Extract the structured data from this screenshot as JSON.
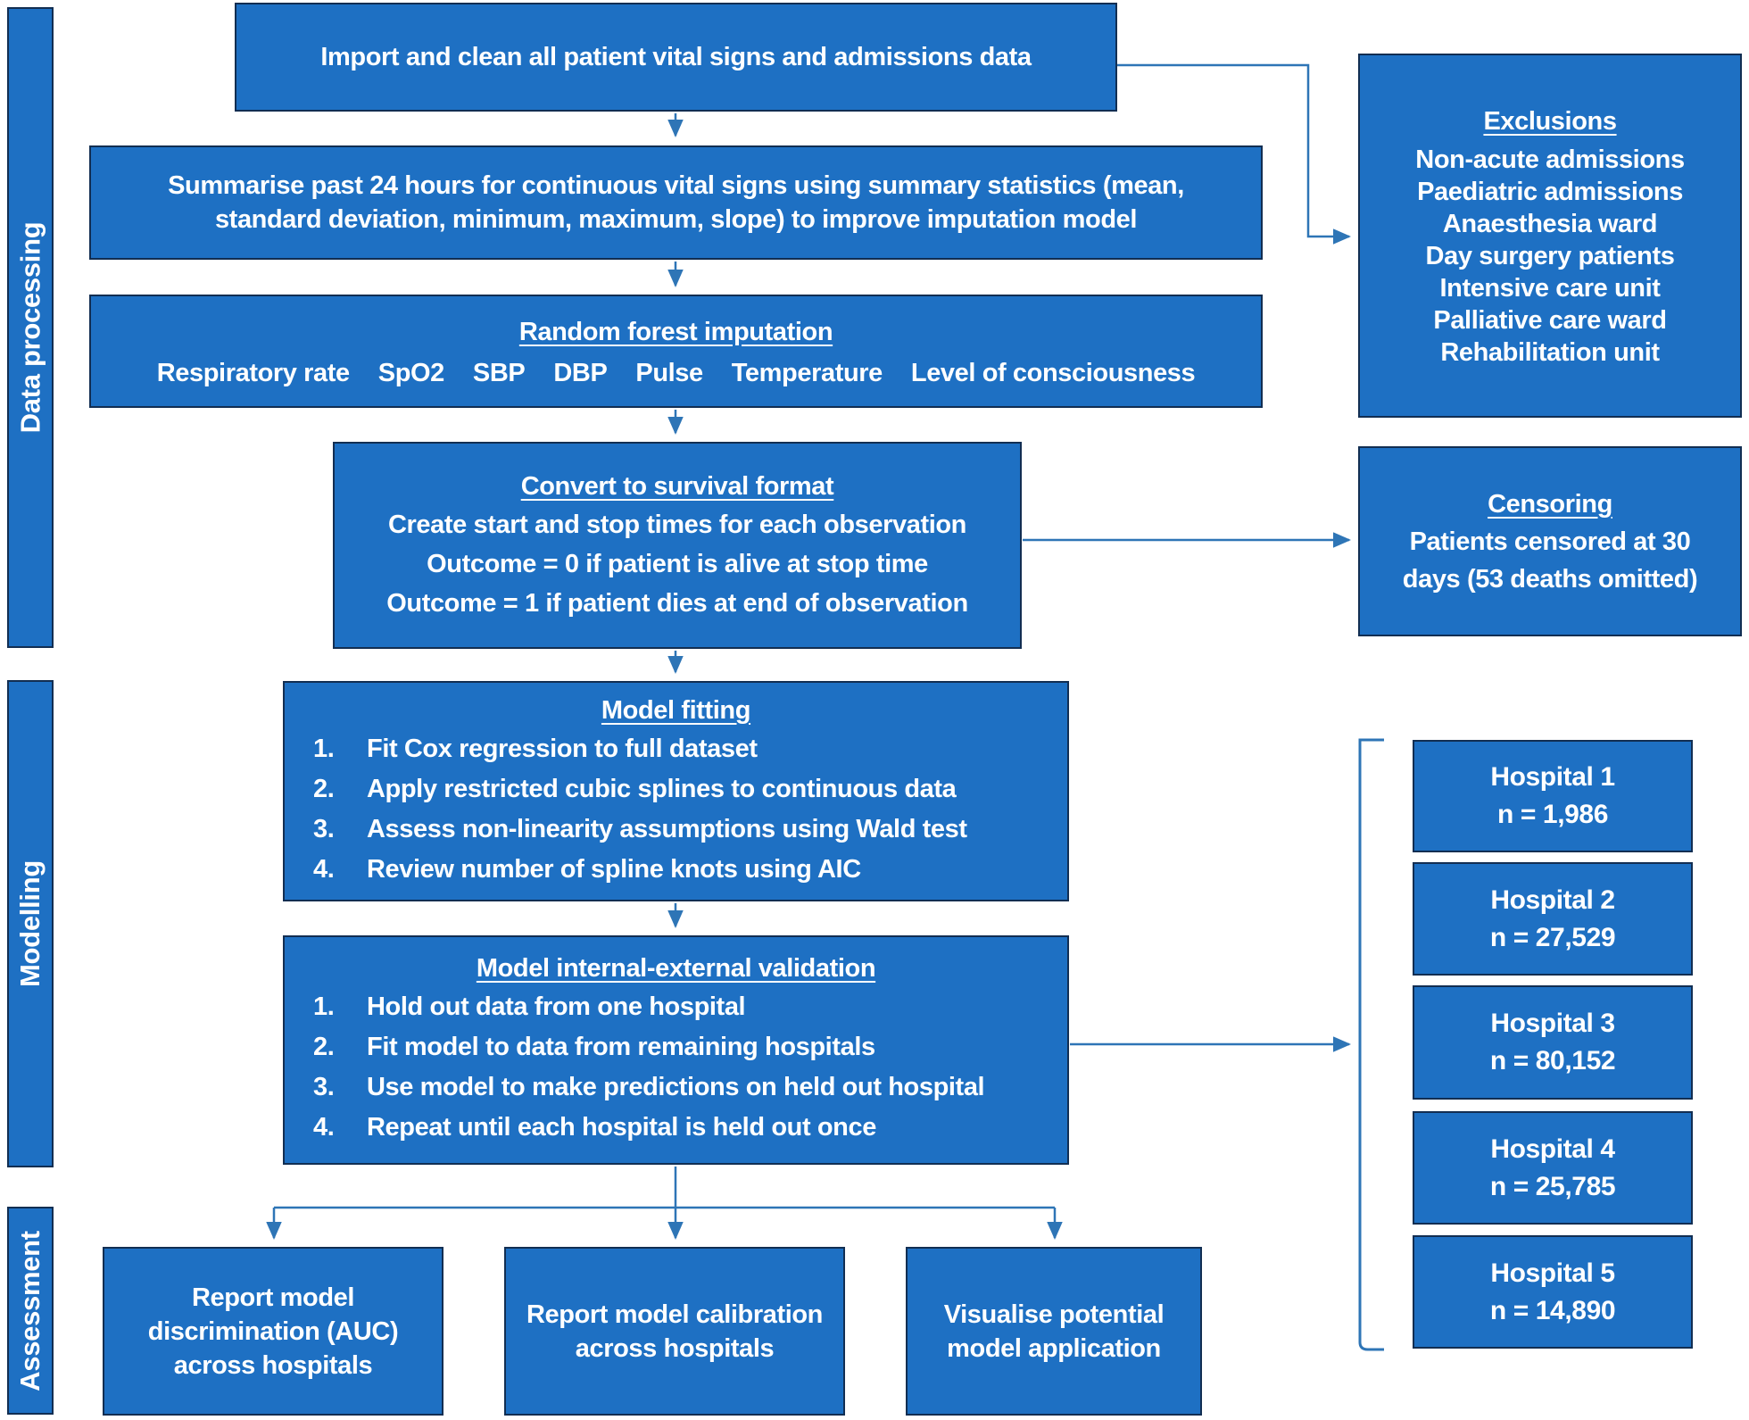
{
  "colors": {
    "box_fill": "#1e70c3",
    "box_border": "#122e52",
    "connector": "#2e75b6",
    "text": "#ffffff"
  },
  "sidebar": {
    "data_processing": "Data processing",
    "modelling": "Modelling",
    "assessment": "Assessment"
  },
  "flow": {
    "import_clean": {
      "text": "Import and clean all patient vital signs and admissions data"
    },
    "summarise": {
      "text": "Summarise past 24 hours for continuous vital signs using summary statistics (mean, standard deviation, minimum, maximum, slope) to improve imputation model"
    },
    "random_forest": {
      "title": "Random forest imputation",
      "vitals": [
        "Respiratory rate",
        "SpO2",
        "SBP",
        "DBP",
        "Pulse",
        "Temperature",
        "Level of consciousness"
      ]
    },
    "convert_survival": {
      "title": "Convert to survival format",
      "lines": [
        "Create start and stop times for each observation",
        "Outcome = 0 if patient is alive at stop time",
        "Outcome = 1 if patient dies at end of observation"
      ]
    },
    "model_fitting": {
      "title": "Model fitting",
      "steps": [
        {
          "num": "1.",
          "text": "Fit Cox regression to full dataset"
        },
        {
          "num": "2.",
          "text": "Apply restricted cubic splines to continuous data"
        },
        {
          "num": "3.",
          "text": "Assess non-linearity assumptions using Wald test"
        },
        {
          "num": "4.",
          "text": "Review number of spline knots using AIC"
        }
      ]
    },
    "validation": {
      "title": "Model internal-external validation",
      "steps": [
        {
          "num": "1.",
          "text": "Hold out data from one hospital"
        },
        {
          "num": "2.",
          "text": "Fit model to data from remaining hospitals"
        },
        {
          "num": "3.",
          "text": "Use model to make predictions on held out hospital"
        },
        {
          "num": "4.",
          "text": "Repeat until each hospital is held out once"
        }
      ]
    },
    "outputs": [
      {
        "text": "Report model discrimination (AUC) across hospitals"
      },
      {
        "text": "Report model calibration across hospitals"
      },
      {
        "text": "Visualise potential model application"
      }
    ]
  },
  "side_notes": {
    "exclusions": {
      "title": "Exclusions",
      "items": [
        "Non-acute admissions",
        "Paediatric admissions",
        "Anaesthesia ward",
        "Day surgery patients",
        "Intensive care unit",
        "Palliative care ward",
        "Rehabilitation unit"
      ]
    },
    "censoring": {
      "title": "Censoring",
      "text": "Patients censored at 30 days (53 deaths omitted)"
    }
  },
  "hospitals": [
    {
      "name": "Hospital 1",
      "n": "n = 1,986"
    },
    {
      "name": "Hospital 2",
      "n": "n = 27,529"
    },
    {
      "name": "Hospital 3",
      "n": "n = 80,152"
    },
    {
      "name": "Hospital 4",
      "n": "n = 25,785"
    },
    {
      "name": "Hospital 5",
      "n": "n = 14,890"
    }
  ]
}
